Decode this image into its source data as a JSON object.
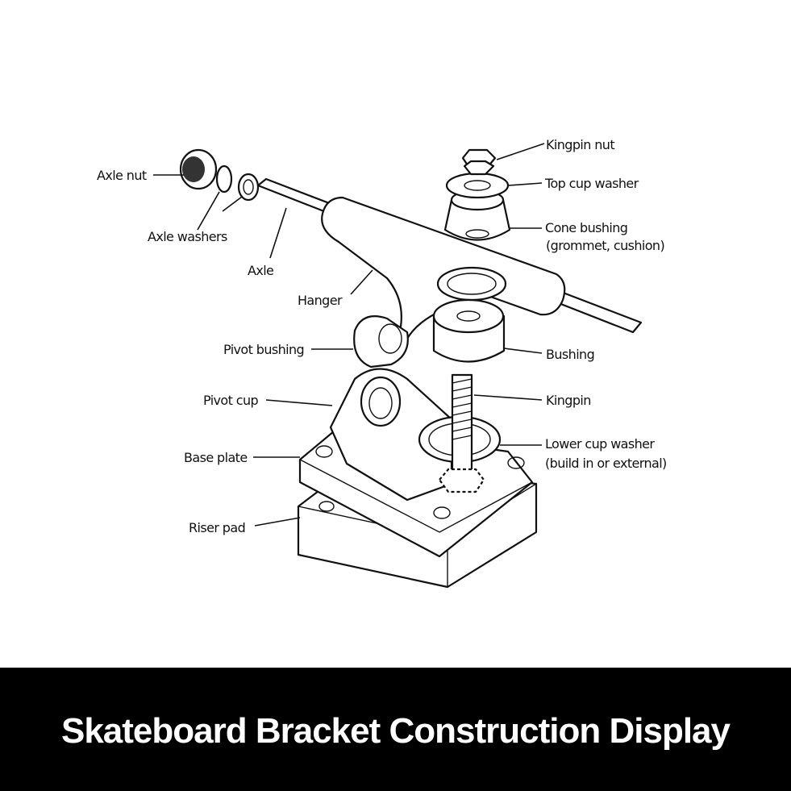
{
  "labels": {
    "axle_nut": "Axle nut",
    "axle_washers": "Axle washers",
    "axle": "Axle",
    "hanger": "Hanger",
    "pivot_bushing": "Pivot bushing",
    "pivot_cup": "Pivot cup",
    "base_plate": "Base plate",
    "riser_pad": "Riser pad",
    "kingpin_nut": "Kingpin nut",
    "top_cup_washer": "Top cup washer",
    "cone_bushing": "Cone bushing",
    "cone_bushing_note": "(grommet, cushion)",
    "bushing": "Bushing",
    "kingpin": "Kingpin",
    "lower_cup_washer": "Lower cup washer",
    "lower_cup_washer_note": "(build in or external)"
  },
  "banner": {
    "title": "Skateboard Bracket Construction Display"
  }
}
